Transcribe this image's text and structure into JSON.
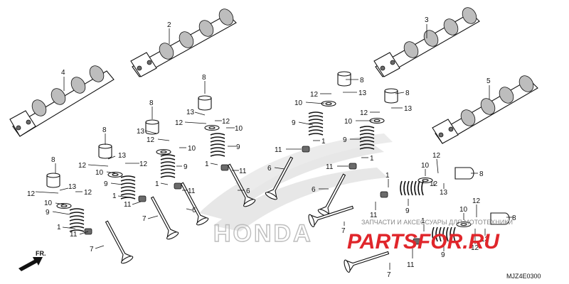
{
  "diagram": {
    "code": "MJZ4E0300",
    "front_label": "FR.",
    "watermark": {
      "brand_letters": "HONDA",
      "caption": "ЗАПЧАСТИ И АКСЕССУАРЫ ДЛЯ МОТОТЕХНИКИ",
      "site": "PARTSFOR.RU",
      "colors": {
        "brand": "#c9c9c9",
        "site": "#e0262b",
        "caption": "#8a8a8a"
      }
    },
    "parts": {
      "camshaft_2": "2",
      "camshaft_3": "3",
      "camshaft_4": "4",
      "camshaft_5": "5",
      "valve_6": "6",
      "valve_7": "7",
      "tappet_8": "8",
      "spring_9": "9",
      "seat_10": "10",
      "seal_11": "11",
      "cotter_12": "12",
      "shim_13": "13",
      "collar_1": "1"
    }
  }
}
